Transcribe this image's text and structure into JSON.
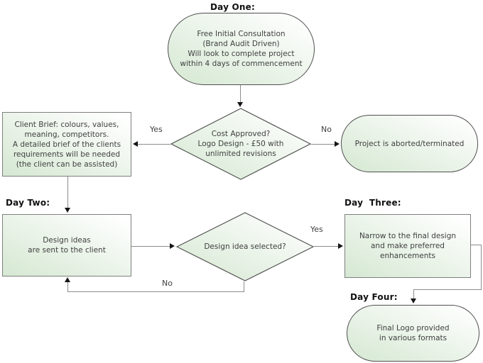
{
  "diagram": {
    "labels": {
      "day_one": "Day One:",
      "day_two": "Day Two:",
      "day_three": "Day  Three:",
      "day_four": "Day Four:"
    },
    "nodes": {
      "consultation": {
        "shape": "stadium",
        "text": "Free Initial Consultation\n(Brand Audit Driven)\nWill look to complete project\nwithin 4 days of commencement"
      },
      "cost_approved": {
        "shape": "diamond",
        "text": "Cost Approved?\nLogo Design - £50 with\nunlimited revisions"
      },
      "client_brief": {
        "shape": "rectangle",
        "text": "Client Brief: colours, values,\nmeaning, competitors.\nA detailed brief of the clients\nrequirements will be needed\n(the client can be assisted)"
      },
      "aborted": {
        "shape": "stadium",
        "text": "Project is aborted/terminated"
      },
      "design_ideas": {
        "shape": "rectangle",
        "text": "Design ideas\nare sent to the client"
      },
      "idea_selected": {
        "shape": "diamond",
        "text": "Design idea selected?"
      },
      "narrow_design": {
        "shape": "rectangle",
        "text": "Narrow to the final design\nand make preferred\nenhancements"
      },
      "final_logo": {
        "shape": "stadium",
        "text": "Final Logo provided\nin various formats"
      }
    },
    "edge_labels": {
      "cost_yes": "Yes",
      "cost_no": "No",
      "selected_yes": "Yes",
      "selected_no": "No"
    },
    "colors": {
      "node_fill_green": "#d5e8d2",
      "node_fill_white": "#ffffff",
      "shape_border": "#4f4f4f",
      "rect_border": "#7f7f7f",
      "connector": "#8c8c8c",
      "arrowhead": "#151515",
      "node_text": "#3f3f3f",
      "label_text": "#111111"
    }
  }
}
